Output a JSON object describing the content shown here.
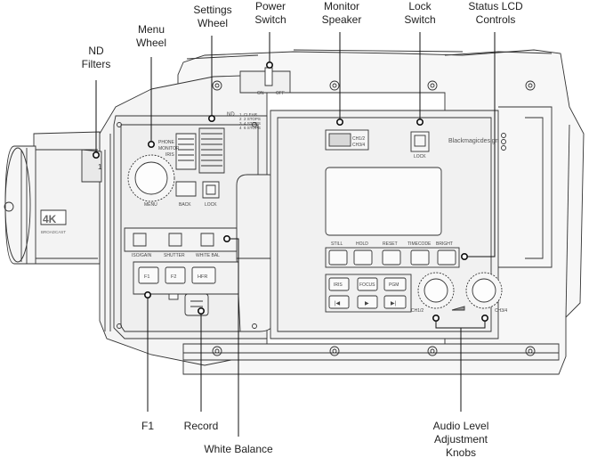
{
  "callouts": {
    "nd_filters": [
      "ND",
      "Filters"
    ],
    "menu_wheel": [
      "Menu",
      "Wheel"
    ],
    "settings_wheel": [
      "Settings",
      "Wheel"
    ],
    "power_switch": [
      "Power",
      "Switch"
    ],
    "monitor_speaker": [
      "Monitor",
      "Speaker"
    ],
    "lock_switch": [
      "Lock",
      "Switch"
    ],
    "status_lcd_controls": [
      "Status LCD",
      "Controls"
    ],
    "f1": [
      "F1"
    ],
    "record": [
      "Record"
    ],
    "white_balance": [
      "White Balance"
    ],
    "audio_level_knobs": [
      "Audio Level",
      "Adjustment",
      "Knobs"
    ]
  },
  "camera": {
    "brand": "Blackmagicdesign",
    "lens_badge": "4K",
    "lens_badge_sub": "BROADCAST",
    "nd_position": "1",
    "power_on": "ON",
    "power_off": "OFF",
    "nd_list": [
      "CLEAR",
      "2 STOPS",
      "4 STOPS",
      "6 STOPS"
    ],
    "nd_label": "ND",
    "nd_numbers": [
      "1",
      "2",
      "3",
      "4"
    ],
    "settings_labels": [
      "PHONE",
      "MONITOR",
      "IRIS"
    ],
    "menu_label": "MENU",
    "back_label": "BACK",
    "lock_label_left": "LOCK",
    "switch_labels": [
      "ISO/GAIN",
      "SHUTTER",
      "WHITE BAL"
    ],
    "function_buttons": [
      "F1",
      "F2",
      "HFR"
    ],
    "speaker_channels": [
      "CH1/2",
      "CH3/4"
    ],
    "lock_label_right": "LOCK",
    "lcd_buttons": [
      "STILL",
      "HOLD",
      "RESET",
      "TIMECODE",
      "BRIGHT"
    ],
    "transport_top": [
      "IRIS",
      "FOCUS",
      "PGM"
    ],
    "transport_bottom": [
      "|◀",
      "▶",
      "▶|"
    ],
    "knob_labels": [
      "CH1/2",
      "CH3/4"
    ]
  }
}
